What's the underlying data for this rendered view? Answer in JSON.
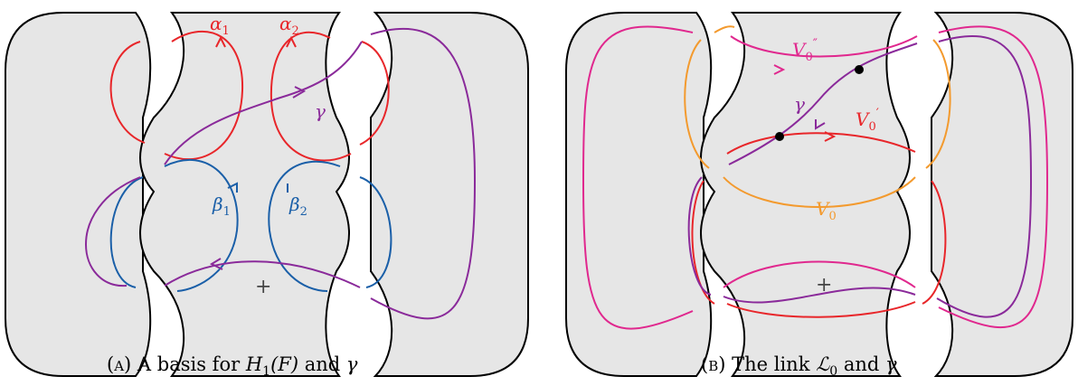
{
  "colors": {
    "surface_fill": "#e6e6e6",
    "outline": "#000000",
    "red": "#e8262a",
    "blue": "#1a5fa8",
    "purple": "#8a2a9a",
    "magenta": "#e0288e",
    "orange": "#f39a2e"
  },
  "panel_a": {
    "labels": {
      "alpha1": "α",
      "alpha1_sub": "1",
      "alpha2": "α",
      "alpha2_sub": "2",
      "beta1": "β",
      "beta1_sub": "1",
      "beta2": "β",
      "beta2_sub": "2",
      "gamma": "γ",
      "plus": "+"
    },
    "caption": {
      "tag_open": "(",
      "tag": "a",
      "tag_close": ")",
      "text": " A basis for ",
      "h": "H",
      "h_sub": "1",
      "f": "(F)",
      "and": " and ",
      "gamma": "γ"
    }
  },
  "panel_b": {
    "labels": {
      "v0pp": "V",
      "v0pp_sub": "0",
      "v0pp_prime": "″",
      "v0p": "V",
      "v0p_sub": "0",
      "v0p_prime": "′",
      "v0": "V",
      "v0_sub": "0",
      "gamma": "γ",
      "plus": "+"
    },
    "caption": {
      "tag_open": "(",
      "tag": "b",
      "tag_close": ")",
      "text": " The link ",
      "l": "ℒ",
      "l_sub": "0",
      "and": " and ",
      "gamma": "γ"
    }
  }
}
